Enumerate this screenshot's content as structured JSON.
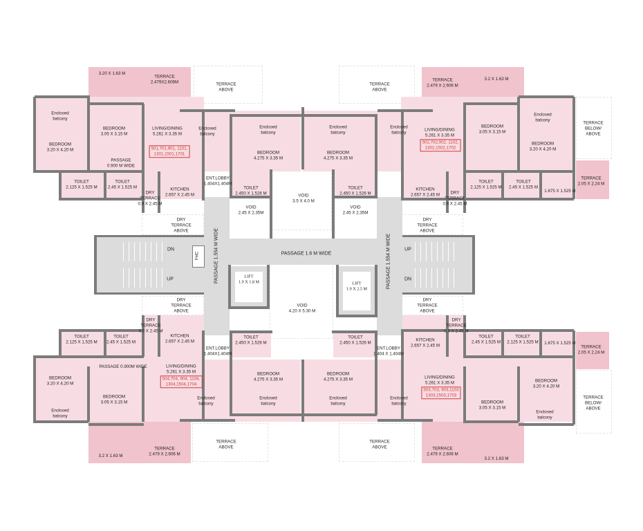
{
  "rooms": {
    "nw_terrace_small": [
      "3.20 X 1.63 M"
    ],
    "nw_terrace": [
      "TERRACE",
      "2.479X2.606M"
    ],
    "n_terrace_above_l": [
      "TERRACE",
      "ABOVE"
    ],
    "n_terrace_above_r": [
      "TERRACE",
      "ABOVE"
    ],
    "ne_terrace": [
      "TERRACE",
      "2.479 X 2.606 M"
    ],
    "ne_terrace_small": [
      "3.2 X 1.63 M"
    ],
    "nw_encl_balcony_top": [
      "Enclosed",
      "balcony"
    ],
    "nw_bedroom_outer": [
      "BEDROOM",
      "3.20 X 4.20 M"
    ],
    "nw_bedroom_inner": [
      "BEDROOM",
      "3.05 X 3.15 M"
    ],
    "nw_living": [
      "LIVING/DINING",
      "5.261 X 3.35 M"
    ],
    "nw_passage": [
      "PASSAGE",
      "0.900 M WIDE"
    ],
    "nw_encl_balcony_mid": [
      "Enclosed",
      "balcony"
    ],
    "n_bedroom_1": [
      "BEDROOM",
      "4.275 X 3.35 M"
    ],
    "n_encl_balcony_1": [
      "Enclosed",
      "balcony"
    ],
    "n_encl_balcony_2": [
      "Enclosed",
      "balcony"
    ],
    "n_bedroom_2": [
      "BEDROOM",
      "4.275 X 3.35 M"
    ],
    "ne_encl_balcony_mid": [
      "Enclosed",
      "balcony"
    ],
    "ne_living": [
      "LIVING/DINING",
      "5.261 X 3.35 M"
    ],
    "ne_bedroom_inner": [
      "BEDROOM",
      "3.05 X 3.15 M"
    ],
    "ne_encl_balcony_top": [
      "Enclosed",
      "balcony"
    ],
    "ne_bedroom_outer": [
      "BEDROOM",
      "3.20 X 4.20 M"
    ],
    "ne_terrace_below": [
      "TERRACE",
      "BELOW/",
      "ABOVE"
    ],
    "nw_toilet_1": [
      "TOILET",
      "2.125 X 1.525 M"
    ],
    "nw_toilet_2": [
      "TOILET",
      "2.45 X 1.525 M"
    ],
    "nw_dry_terrace": [
      "DRY",
      "TERRACE",
      "0.9 X 2.45 M"
    ],
    "nw_kitchen": [
      "KITCHEN",
      "2.657 X 2.45 M"
    ],
    "nw_ent_lobby": [
      "ENT.LOBBY",
      "1.404X1.404M"
    ],
    "n_toilet_l": [
      "TOILET",
      "2.450 X 1.526 M"
    ],
    "n_void_top": [
      "VOID",
      "3.5 X 4.0 M"
    ],
    "n_toilet_r": [
      "TOILET",
      "2.450 X 1.526 M"
    ],
    "ne_kitchen": [
      "KITCHEN",
      "2.657 X 2.45 M"
    ],
    "ne_dry_terrace": [
      "DRY",
      "TERRACE",
      "0.9 X 2.45 M"
    ],
    "ne_toilet_1": [
      "TOILET",
      "2.125 X 1.525 M"
    ],
    "ne_toilet_2": [
      "TOILET",
      "2.45 X 1.525 M"
    ],
    "ne_terrace_side": [
      "TERRACE",
      "2.05 X 2.24 M"
    ],
    "ne_toilet_ext": [
      "1.675 X 1.525 M"
    ],
    "void_l": [
      "VOID",
      "2.45 X 2.35M"
    ],
    "void_r": [
      "VOID",
      "2.45 X 2.35M"
    ],
    "nw_dry_terrace_above": [
      "DRY",
      "TERRACE",
      "ABOVE"
    ],
    "ne_dry_terrace_above": [
      "DRY",
      "TERRACE",
      "ABOVE"
    ],
    "passage_center": [
      "PASSAGE 1.6 M WIDE"
    ],
    "fhc": [
      "FHC"
    ],
    "stair_l_dn": [
      "DN"
    ],
    "stair_l_up": [
      "UP"
    ],
    "stair_r_up": [
      "UP"
    ],
    "stair_r_dn": [
      "DN"
    ],
    "lift_l": [
      "LIFT",
      "1.9 X 1.8 M"
    ],
    "lift_r": [
      "LIFT",
      "1.9 X 2.5 M"
    ],
    "void_center": [
      "VOID",
      "4.20 X 5.30 M"
    ],
    "sw_dry_terrace_above": [
      "DRY",
      "TERRACE",
      "ABOVE"
    ],
    "se_dry_terrace_above": [
      "DRY",
      "TERRACE",
      "ABOVE"
    ],
    "sw_dry_terrace": [
      "DRY",
      "TERRACE",
      "0.9 X 2.45 M"
    ],
    "sw_kitchen": [
      "KITCHEN",
      "2.657 X 2.45 M"
    ],
    "sw_toilet_1": [
      "TOILET",
      "2.125 X 1.525 M"
    ],
    "sw_toilet_2": [
      "TOILET",
      "2.45 X 1.525 M"
    ],
    "sw_ent_lobby": [
      "ENT.LOBBY",
      "1.404X1.404M"
    ],
    "s_toilet_l": [
      "TOILET",
      "2.450 X 1.526 M"
    ],
    "s_toilet_r": [
      "TOILET",
      "2.450 X 1.526 M"
    ],
    "se_ent_lobby": [
      "ENT.LOBBY",
      "1.404 X 1.404M"
    ],
    "se_kitchen": [
      "KITCHEN",
      "2.657 X 2.45 M"
    ],
    "se_dry_terrace": [
      "DRY",
      "TERRACE",
      "0.9 X 2.45 M"
    ],
    "se_toilet_2": [
      "TOILET",
      "2.45 X 1.525 M"
    ],
    "se_toilet_1": [
      "TOILET",
      "2.125 X 1.525 M"
    ],
    "se_toilet_ext": [
      "1.675 X 1.525 M"
    ],
    "se_terrace_side": [
      "TERRACE",
      "2.05 X 2.24 M"
    ],
    "sw_passage": [
      "PASSAGE 0.900M WIDE"
    ],
    "sw_living": [
      "LIVING/DINING",
      "5.261 X 3.35 M"
    ],
    "sw_bedroom_outer": [
      "BEDROOM",
      "3.20 X 4.20 M"
    ],
    "sw_bedroom_inner": [
      "BEDROOM",
      "3.05 X 3.15 M"
    ],
    "sw_encl_balcony_bottom": [
      "Enclosed",
      "balcony"
    ],
    "sw_encl_balcony_mid": [
      "Enclosed",
      "balcony"
    ],
    "s_bedroom_1": [
      "BEDROOM",
      "4.275 X 3.35 M"
    ],
    "s_encl_balcony_1": [
      "Enclosed",
      "balcony"
    ],
    "s_bedroom_2": [
      "BEDROOM",
      "4.275 X 3.35 M"
    ],
    "s_encl_balcony_2": [
      "Enclosed",
      "balcony"
    ],
    "se_encl_balcony_mid": [
      "Enclosed",
      "balcony"
    ],
    "se_living": [
      "LIVING/DINING",
      "5.261 X 3.35 M"
    ],
    "se_bedroom_inner": [
      "BEDROOM",
      "3.05 X 3.15 M"
    ],
    "se_bedroom_outer": [
      "BEDROOM",
      "3.20 X 4.20 M"
    ],
    "se_encl_balcony_bottom": [
      "Enclosed",
      "balcony"
    ],
    "se_terrace_below": [
      "TERRACE",
      "BELOW/",
      "ABOVE"
    ],
    "sw_terrace": [
      "TERRACE",
      "2.479 X 2.606 M"
    ],
    "sw_terrace_small": [
      "3.2 X 1.63 M"
    ],
    "s_terrace_above_l": [
      "TERRACE",
      "ABOVE"
    ],
    "s_terrace_above_r": [
      "TERRACE",
      "ABOVE"
    ],
    "se_terrace": [
      "TERRACE",
      "2.479 X 2.606 M"
    ],
    "se_terrace_small": [
      "3.2 X 1.63 M"
    ],
    "passage_left": [
      "PASSAGE 1.554 M WIDE"
    ],
    "passage_right": [
      "PASSAGE 1.554 M WIDE"
    ]
  },
  "flat_numbers": {
    "nw": [
      "501,701,901, 1101,",
      "1301,1501,1701"
    ],
    "ne": [
      "502,702,902, 1102,",
      "1302,1502,1702"
    ],
    "sw": [
      "504,704, 904, 1104,",
      "1304,1504,1704"
    ],
    "se": [
      "503,703, 903,1103",
      "1303,1503,1703"
    ]
  },
  "colors": {
    "room": "#f7dde3",
    "terrace": "#f1c3cd",
    "wall": "#7b7b7b",
    "core": "#dcdcdc",
    "flat_number": "#d23b3b"
  }
}
